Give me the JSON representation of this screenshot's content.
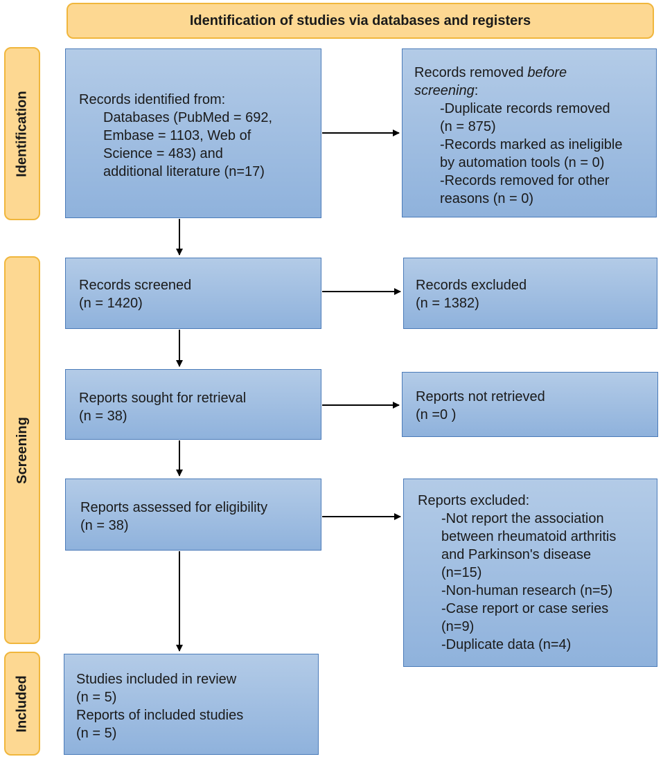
{
  "header": {
    "title": "Identification of studies via databases and registers"
  },
  "phases": {
    "identification": "Identification",
    "screening": "Screening",
    "included": "Included"
  },
  "identified": {
    "title": "Records identified from:",
    "lines": [
      "Databases (PubMed = 692,",
      "Embase = 1103, Web of",
      "Science = 483) and",
      "additional literature (n=17)"
    ]
  },
  "removed": {
    "title_prefix": "Records removed ",
    "title_italic_1": "before",
    "title_italic_2": "screening",
    "title_suffix": ":",
    "lines": [
      "-Duplicate records removed",
      "(n = 875)",
      "-Records marked as ineligible",
      "by automation tools (n = 0)",
      "-Records removed for other",
      "reasons (n = 0)"
    ]
  },
  "screened": {
    "title": "Records screened",
    "count": "(n = 1420)"
  },
  "excluded": {
    "title": "Records excluded",
    "count": "(n = 1382)"
  },
  "sought": {
    "title": "Reports sought for retrieval",
    "count": "(n = 38)"
  },
  "not_retrieved": {
    "title": "Reports not retrieved",
    "count": "(n =0 )"
  },
  "assessed": {
    "title": "Reports assessed for eligibility",
    "count": "(n = 38)"
  },
  "reports_excluded": {
    "title": "Reports excluded:",
    "lines": [
      "-Not report the association",
      "between rheumatoid arthritis",
      "and Parkinson's disease",
      "(n=15)",
      "-Non-human research (n=5)",
      "-Case report or case series",
      "(n=9)",
      "-Duplicate data (n=4)"
    ]
  },
  "included": {
    "lines": [
      "Studies included in review",
      "(n = 5)",
      "Reports of included studies",
      "(n = 5)"
    ]
  },
  "colors": {
    "box_fill_top": "#b3cbe7",
    "box_fill_bottom": "#8fb2dc",
    "box_border": "#4a7ab8",
    "phase_fill": "#fdd892",
    "phase_border": "#f0b63c"
  }
}
